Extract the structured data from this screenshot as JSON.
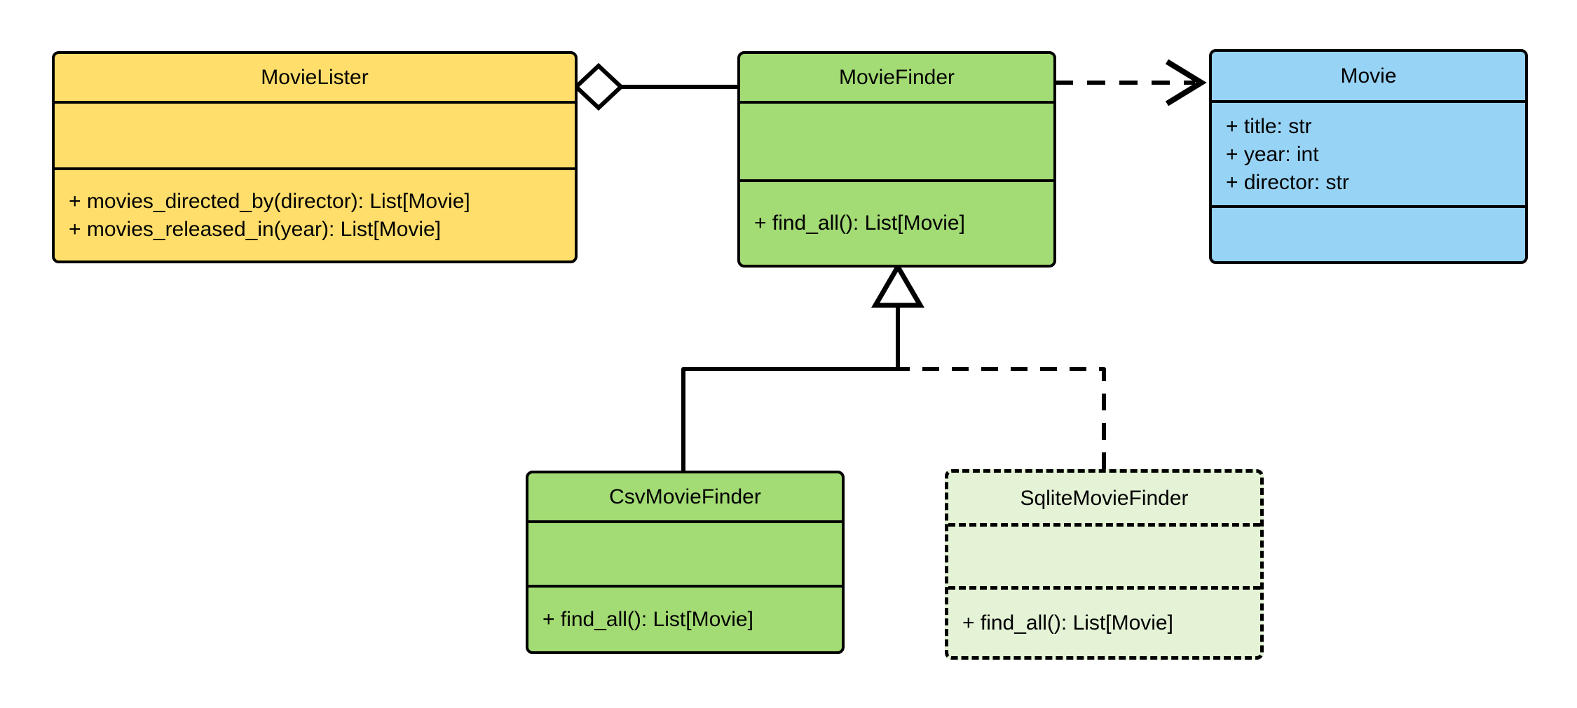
{
  "diagram": {
    "kind": "uml-class-diagram",
    "background": "#ffffff",
    "stroke_color": "#000000",
    "palette": {
      "yellow": "#FFDE6B",
      "green": "#A3DB74",
      "blue": "#97D3F5",
      "pale_green": "#E4F2D6",
      "white": "#ffffff"
    }
  },
  "classes": [
    {
      "id": "movie-lister",
      "name": "MovieLister",
      "fill": "#FFDE6B",
      "border_style": "solid",
      "attributes": [],
      "methods": [
        "+ movies_directed_by(director): List[Movie]",
        "+ movies_released_in(year): List[Movie]"
      ]
    },
    {
      "id": "movie-finder",
      "name": "MovieFinder",
      "fill": "#A3DB74",
      "border_style": "solid",
      "attributes": [],
      "methods": [
        "+ find_all(): List[Movie]"
      ]
    },
    {
      "id": "movie",
      "name": "Movie",
      "fill": "#97D3F5",
      "border_style": "solid",
      "attributes": [
        "+ title: str",
        "+ year: int",
        "+ director: str"
      ],
      "methods": []
    },
    {
      "id": "csv-movie-finder",
      "name": "CsvMovieFinder",
      "fill": "#A3DB74",
      "border_style": "solid",
      "attributes": [],
      "methods": [
        "+ find_all(): List[Movie]"
      ]
    },
    {
      "id": "sqlite-movie-finder",
      "name": "SqliteMovieFinder",
      "fill": "#E4F2D6",
      "border_style": "dashed",
      "attributes": [],
      "methods": [
        "+ find_all(): List[Movie]"
      ]
    }
  ],
  "relationships": [
    {
      "id": "lister-aggregates-finder",
      "type": "aggregation",
      "source": "movie-lister",
      "target": "movie-finder",
      "line_style": "solid",
      "source_marker": "hollow-diamond",
      "target_marker": "none"
    },
    {
      "id": "finder-depends-movie",
      "type": "dependency",
      "source": "movie-finder",
      "target": "movie",
      "line_style": "dashed",
      "source_marker": "none",
      "target_marker": "open-arrow"
    },
    {
      "id": "csv-inherits-finder",
      "type": "generalization",
      "source": "csv-movie-finder",
      "target": "movie-finder",
      "line_style": "solid",
      "source_marker": "none",
      "target_marker": "hollow-triangle"
    },
    {
      "id": "sqlite-inherits-finder",
      "type": "generalization",
      "source": "sqlite-movie-finder",
      "target": "movie-finder",
      "line_style": "dashed",
      "source_marker": "none",
      "target_marker": "hollow-triangle"
    }
  ]
}
